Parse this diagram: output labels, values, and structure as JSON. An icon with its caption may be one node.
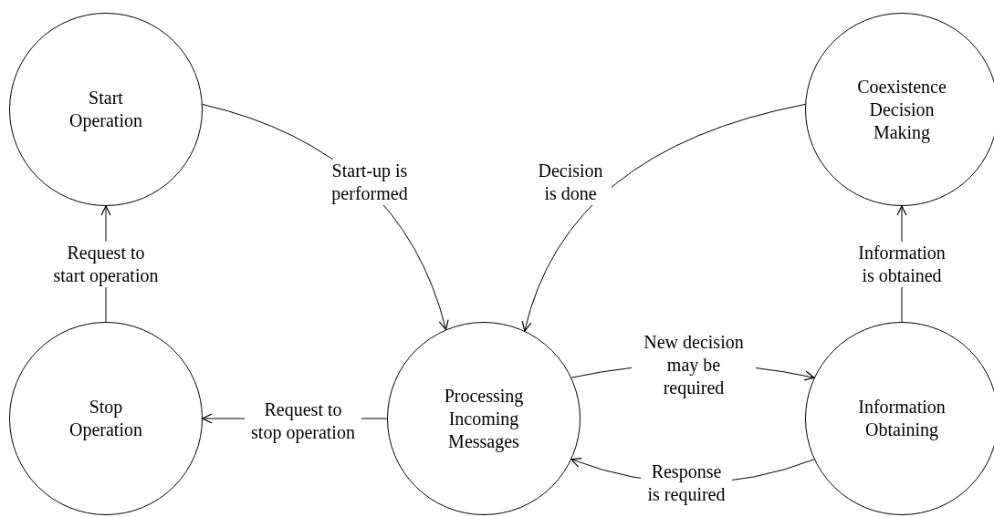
{
  "diagram": {
    "nodes": [
      {
        "text": [
          "Start Operation"
        ]
      },
      {
        "text": [
          "Coexistence Decision Making"
        ]
      },
      {
        "text": [
          "Stop Operation"
        ]
      },
      {
        "text": [
          "Processing Incoming Messages"
        ]
      },
      {
        "text": [
          "Information Obtaining"
        ]
      }
    ],
    "edges": [
      {
        "from": 0,
        "to": 3,
        "arrow": "to",
        "label": "Start-up is performed"
      },
      {
        "from": 1,
        "to": 3,
        "arrow": "to",
        "label": "Decision is done"
      },
      {
        "from": 3,
        "to": 2,
        "arrow": "to",
        "label": "Request to stop operation"
      },
      {
        "from": 2,
        "to": 0,
        "arrow": "to",
        "label": "Request to start operation"
      },
      {
        "from": 3,
        "to": 4,
        "arrow": "to",
        "label": "New decision may be required"
      },
      {
        "from": 4,
        "to": 3,
        "arrow": "to",
        "label": "Response is required"
      },
      {
        "from": 4,
        "to": 1,
        "arrow": "to",
        "label": "Information is obtained"
      }
    ]
  }
}
